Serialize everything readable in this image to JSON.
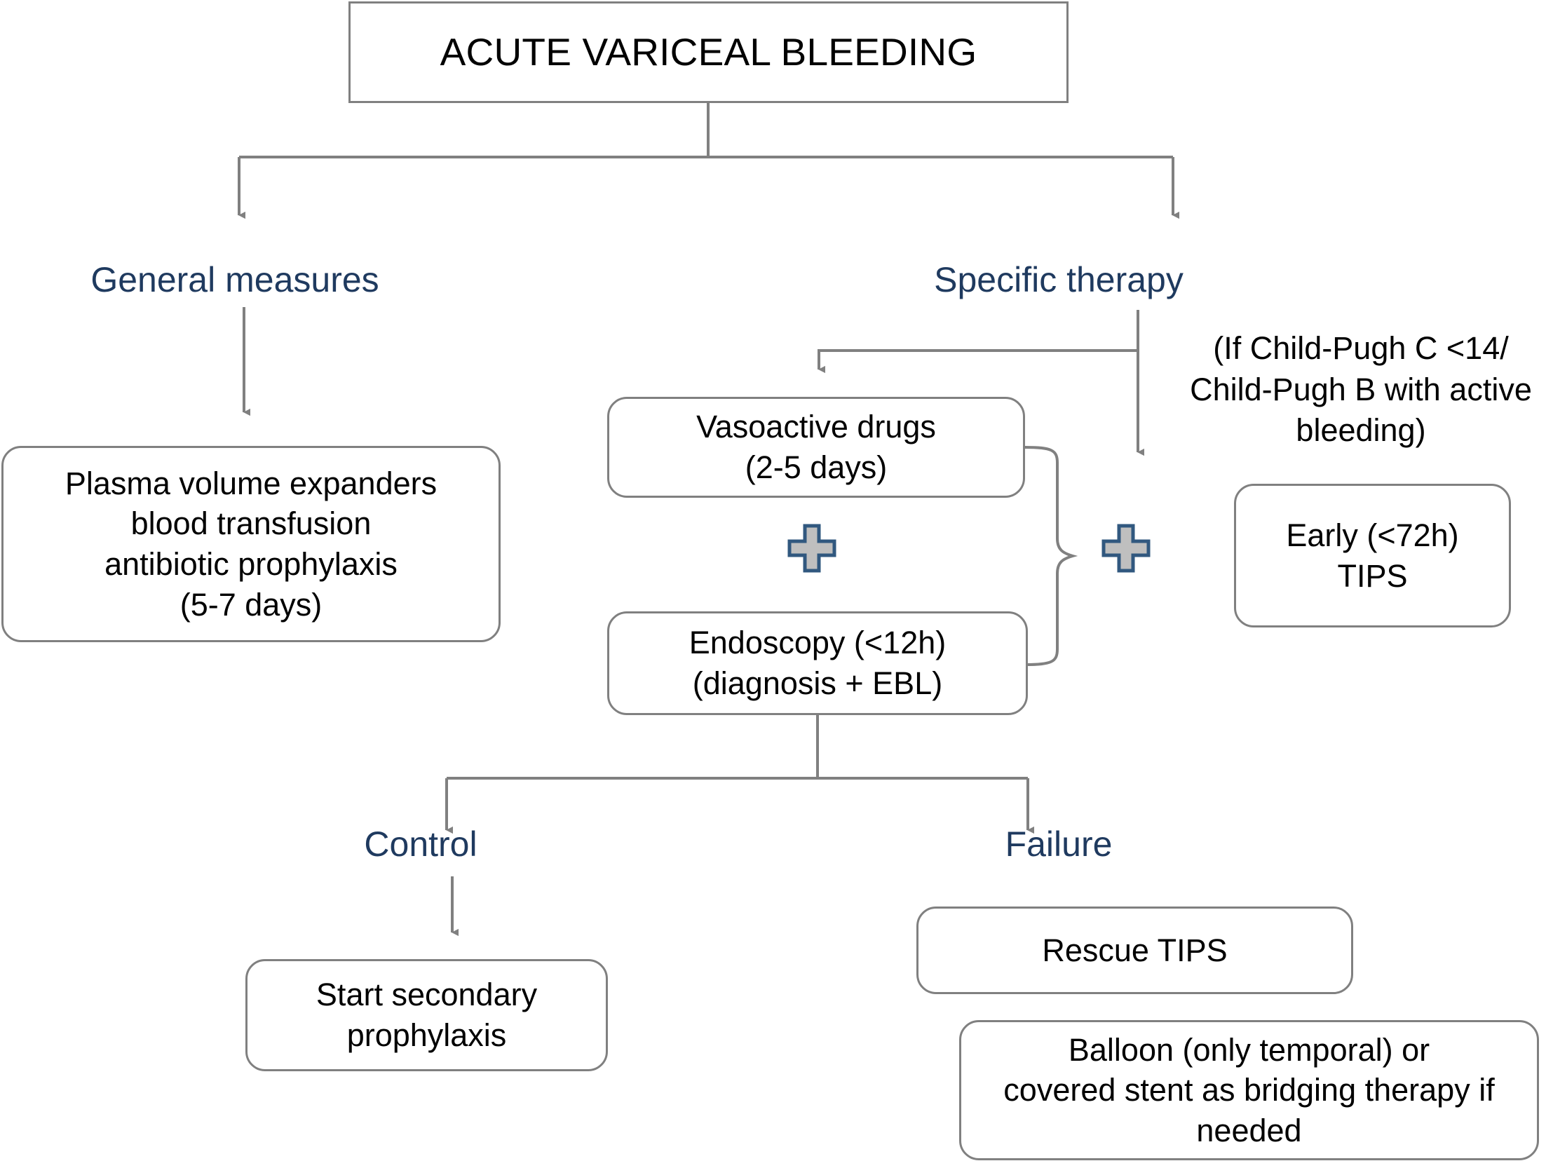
{
  "diagram": {
    "title": "ACUTE VARICEAL BLEEDING",
    "colors": {
      "accent_blue": "#1F3A5F",
      "edge_gray": "#808080",
      "plus_fill": "#BFBFBF",
      "plus_stroke": "#31587F",
      "text_black": "#000000",
      "background": "#FFFFFF"
    },
    "root": {
      "label": "ACUTE VARICEAL BLEEDING"
    },
    "branches": {
      "general_measures": {
        "label": "General measures",
        "box": "Plasma volume expanders\nblood transfusion\nantibiotic prophylaxis\n(5-7 days)"
      },
      "specific_therapy": {
        "label": "Specific therapy",
        "note": "(If Child-Pugh C <14/\nChild-Pugh B with active\nbleeding)",
        "vasoactive": "Vasoactive drugs\n(2-5 days)",
        "endoscopy": "Endoscopy (<12h)\n(diagnosis + EBL)",
        "early_tips": "Early (<72h)\nTIPS",
        "plus_symbol": "+"
      }
    },
    "outcomes": {
      "control": {
        "label": "Control",
        "box": "Start secondary\nprophylaxis"
      },
      "failure": {
        "label": "Failure",
        "rescue_tips": "Rescue TIPS",
        "balloon": "Balloon (only temporal) or\ncovered stent as bridging therapy if\nneeded"
      }
    }
  }
}
